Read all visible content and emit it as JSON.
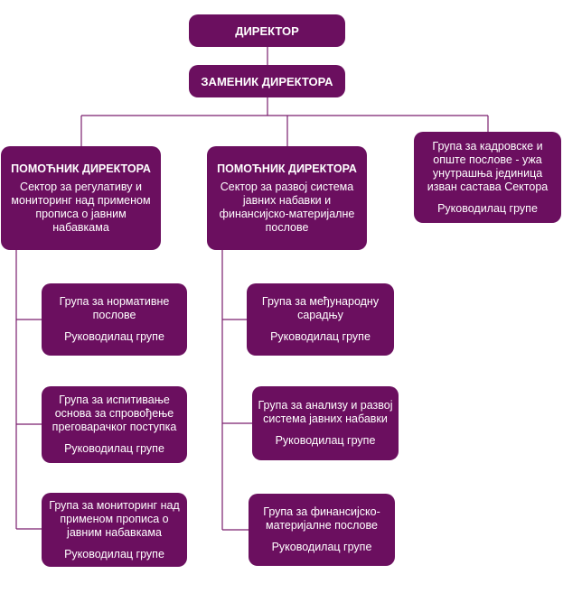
{
  "director": "ДИРЕКТОР",
  "deputy": "ЗАМЕНИК ДИРЕКТОРА",
  "hr_group": {
    "name": "Група за кадровске и опште послове - ужа унутрашња јединица изван састава Сектора",
    "lead": "Руководилац групе"
  },
  "sector1": {
    "title": "ПОМОЋНИК ДИРЕКТОРА",
    "name": "Сектор за регулативу и мониторинг над применом прописа о јавним набавкама",
    "groups": [
      {
        "name": "Група за нормативне послове",
        "lead": "Руководилац групе"
      },
      {
        "name": "Група за испитивање основа за спровођење преговарачког поступка",
        "lead": "Руководилац групе"
      },
      {
        "name": "Група за мониторинг над применом прописа о јавним набавкама",
        "lead": "Руководилац групе"
      }
    ]
  },
  "sector2": {
    "title": "ПОМОЋНИК ДИРЕКТОРА",
    "name": "Сектор за развој система јавних набавки и финансијско-материјалне послове",
    "groups": [
      {
        "name": "Група за међународну сарадњу",
        "lead": "Руководилац групе"
      },
      {
        "name": "Група за анализу и развој система јавних набавки",
        "lead": "Руководилац групе"
      },
      {
        "name": "Група за финансијско-материјалне послове",
        "lead": "Руководилац групе"
      }
    ]
  },
  "colors": {
    "box": "#6b0f5f",
    "text": "#ffffff",
    "connector": "#7a1f6e"
  }
}
